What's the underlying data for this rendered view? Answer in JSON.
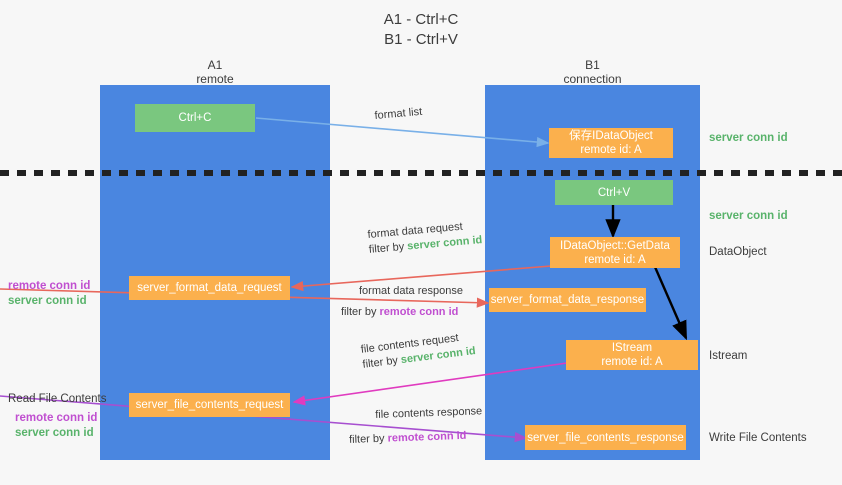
{
  "title": {
    "line1": "A1 - Ctrl+C",
    "line2": "B1 - Ctrl+V"
  },
  "columns": {
    "left": {
      "name": "A1",
      "sub": "remote"
    },
    "right": {
      "name": "B1",
      "sub": "connection"
    }
  },
  "nodes": {
    "ctrl_c": {
      "line1": "Ctrl+C"
    },
    "store_dataobject": {
      "line1": "保存IDataObject",
      "line2": "remote id: A"
    },
    "ctrl_v": {
      "line1": "Ctrl+V"
    },
    "getdata": {
      "line1": "IDataObject::GetData",
      "line2": "remote id: A"
    },
    "server_format_data_request": {
      "line1": "server_format_data_request"
    },
    "server_format_data_response": {
      "line1": "server_format_data_response"
    },
    "istream": {
      "line1": "IStream",
      "line2": "remote id: A"
    },
    "server_file_contents_request": {
      "line1": "server_file_contents_request"
    },
    "server_file_contents_response": {
      "line1": "server_file_contents_response"
    }
  },
  "right_labels": {
    "server_conn_id_top": "server conn id",
    "server_conn_id_second": "server conn id",
    "dataobject": "DataObject",
    "istream": "Istream",
    "write_file_contents": "Write File Contents"
  },
  "left_labels": {
    "remote_conn_id_1": "remote conn id",
    "server_conn_id_1": "server conn id",
    "read_file_contents": "Read File Contents",
    "remote_conn_id_2": "remote conn id",
    "server_conn_id_2": "server conn id"
  },
  "edges": {
    "format_list": {
      "text": "format list"
    },
    "format_data_request": {
      "text": "format data request",
      "filter_prefix": "filter by ",
      "filter_value": "server conn id"
    },
    "format_data_response": {
      "text": "format data response",
      "filter_prefix": "filter by ",
      "filter_value": "remote conn id"
    },
    "file_contents_request": {
      "text": "file contents request",
      "filter_prefix": "filter by ",
      "filter_value": "server conn id"
    },
    "file_contents_response": {
      "text": "file contents response",
      "filter_prefix": "filter by ",
      "filter_value": "remote conn id"
    }
  },
  "colors": {
    "lane": "#4a86e0",
    "green": "#7ac77f",
    "orange": "#fbb04d",
    "green_text": "#59b36b",
    "purple_text": "#c04fd0",
    "arrow_blue": "#79b0e8",
    "arrow_red": "#e8675c",
    "arrow_black": "#000000",
    "arrow_magenta": "#e03bbf",
    "arrow_purple": "#a74fd0"
  }
}
